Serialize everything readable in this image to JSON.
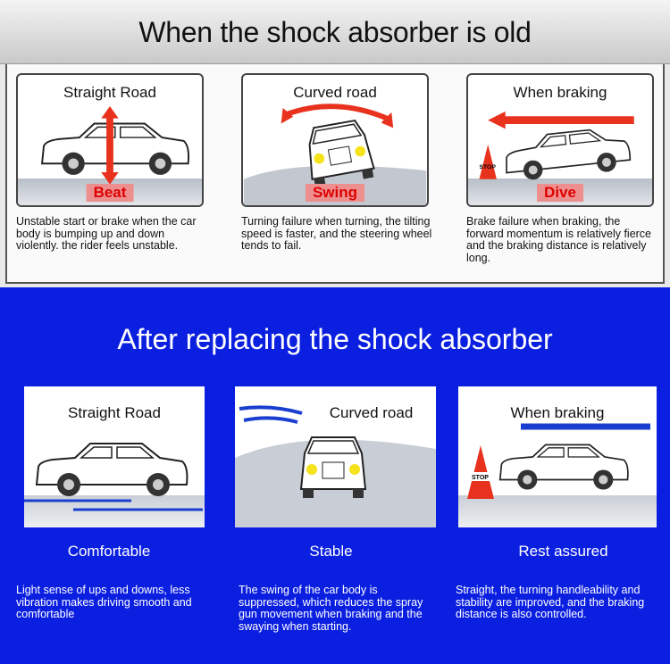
{
  "old": {
    "title": "When the shock absorber is old",
    "panels": [
      {
        "caption": "Straight Road",
        "tag": "Beat",
        "description": "Unstable start or brake when the car body is bumping up and down violently. the rider feels unstable."
      },
      {
        "caption": "Curved road",
        "tag": "Swing",
        "description": "Turning failure when turning, the tilting speed is faster, and the steering wheel tends to fail."
      },
      {
        "caption": "When braking",
        "tag": "Dive",
        "description": "Brake failure when braking, the forward momentum is relatively fierce and the braking distance is relatively long.",
        "sign": "STOP"
      }
    ]
  },
  "new": {
    "title": "After replacing the shock absorber",
    "panels": [
      {
        "caption": "Straight Road",
        "label": "Comfortable",
        "description": "Light sense of ups and downs, less vibration makes driving smooth and comfortable"
      },
      {
        "caption": "Curved road",
        "label": "Stable",
        "description": "The swing of the car body is suppressed, which reduces the spray gun movement when braking and the swaying when starting."
      },
      {
        "caption": "When braking",
        "label": "Rest assured",
        "description": "Straight, the turning handleability and stability are improved, and the braking distance is also controlled.",
        "sign": "STOP"
      }
    ]
  },
  "colors": {
    "blue": "#0b1fe0",
    "red_arrow": "#e8321e",
    "tag_bg": "#ee8f8f",
    "headlight": "#f5e21a"
  }
}
